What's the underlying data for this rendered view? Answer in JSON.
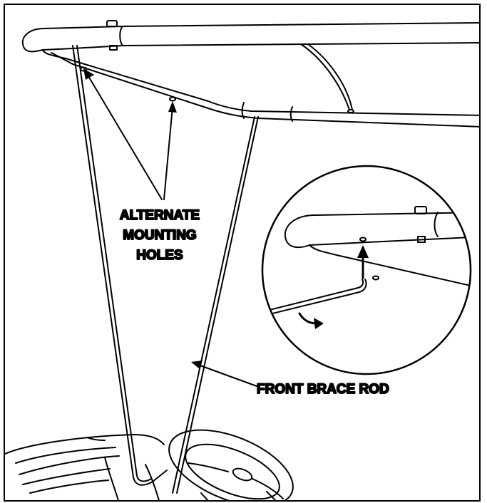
{
  "diagram": {
    "labels": {
      "alternate_line1": "ALTERNATE",
      "alternate_line2": "MOUNTING",
      "alternate_line3": "HOLES",
      "front_brace_rod": "FRONT BRACE ROD"
    },
    "colors": {
      "ink": "#000000",
      "paper": "#ffffff"
    }
  }
}
